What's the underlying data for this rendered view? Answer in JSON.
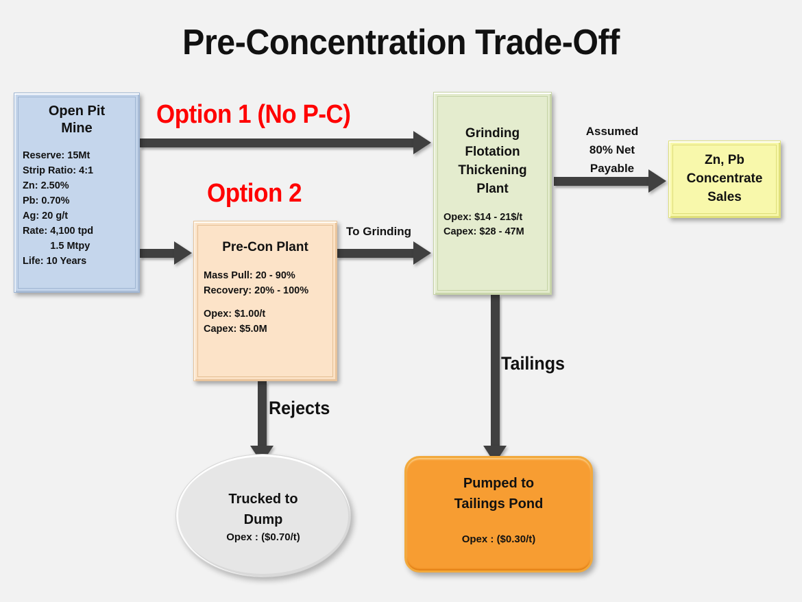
{
  "title": "Pre-Concentration Trade-Off",
  "nodes": {
    "mine": {
      "name": "Open Pit\nMine",
      "line1": "Open Pit",
      "line2": "Mine",
      "details": [
        "Reserve: 15Mt",
        "Strip Ratio:  4:1",
        "Zn:  2.50%",
        "Pb:  0.70%",
        "Ag:  20 g/t",
        "Rate: 4,100 tpd",
        "          1.5 Mtpy",
        "Life: 10 Years"
      ]
    },
    "precon": {
      "title": "Pre-Con Plant",
      "details_a": [
        "Mass Pull: 20 - 90%",
        "Recovery: 20% - 100%"
      ],
      "details_b": [
        "Opex:  $1.00/t",
        "Capex: $5.0M"
      ]
    },
    "plant": {
      "title_lines": [
        "Grinding",
        "Flotation",
        "Thickening",
        "Plant"
      ],
      "details": [
        "Opex:  $14 - 21$/t",
        "Capex:  $28 - 47M"
      ]
    },
    "sales": {
      "title_lines": [
        "Zn, Pb",
        "Concentrate",
        "Sales"
      ]
    },
    "dump": {
      "title_lines": [
        "Trucked to",
        "Dump"
      ],
      "opex": "Opex : ($0.70/t)"
    },
    "pond": {
      "title_lines": [
        "Pumped to",
        "Tailings Pond"
      ],
      "opex": "Opex : ($0.30/t)"
    }
  },
  "labels": {
    "option1": "Option 1 (No P-C)",
    "option2": "Option 2",
    "to_grinding": "To Grinding",
    "assumed_payable": "Assumed\n80% Net\nPayable",
    "assumed_line1": "Assumed",
    "assumed_line2": "80% Net",
    "assumed_line3": "Payable",
    "rejects": "Rejects",
    "tailings": "Tailings"
  },
  "colors": {
    "background": "#f2f2f2",
    "mine_fill": "#c3d4ea",
    "precon_fill": "#fbe2c6",
    "plant_fill": "#e3ebcd",
    "sales_fill": "#f7f7a8",
    "dump_fill": "#e6e6e6",
    "pond_fill": "#f79d32",
    "arrow": "#404040",
    "option_text": "#ff0000",
    "title_text": "#111111"
  },
  "flows": [
    {
      "from": "mine",
      "to": "plant",
      "label": "Option 1 (No P-C)"
    },
    {
      "from": "mine",
      "to": "precon",
      "label": "Option 2"
    },
    {
      "from": "precon",
      "to": "plant",
      "label": "To Grinding"
    },
    {
      "from": "precon",
      "to": "dump",
      "label": "Rejects"
    },
    {
      "from": "plant",
      "to": "sales",
      "label": "Assumed 80% Net Payable"
    },
    {
      "from": "plant",
      "to": "pond",
      "label": "Tailings"
    }
  ]
}
